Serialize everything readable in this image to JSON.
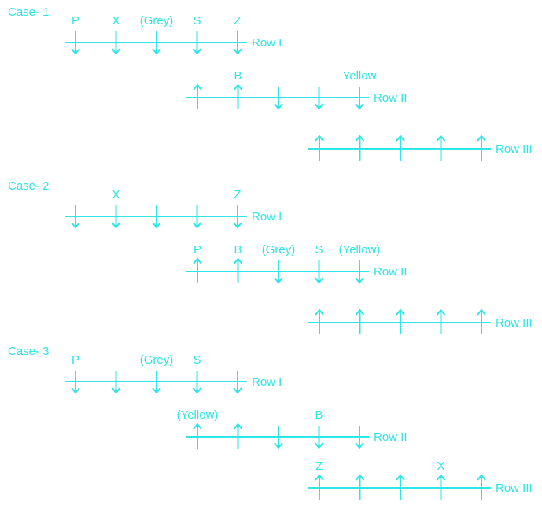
{
  "color": "#2ee6e6",
  "cases": [
    {
      "title": "Case- 1",
      "rows": [
        {
          "label": "Row I",
          "direction": "down",
          "seats": [
            "P",
            "X",
            "(Grey)",
            "S",
            "Z"
          ]
        },
        {
          "label": "Row II",
          "direction": "mixed",
          "seats": [
            "",
            "B",
            "",
            "",
            "Yellow"
          ],
          "arrows": [
            "up",
            "up",
            "down",
            "down",
            "down"
          ]
        },
        {
          "label": "Row III",
          "direction": "up",
          "seats": [
            "",
            "",
            "",
            "",
            ""
          ]
        }
      ]
    },
    {
      "title": "Case- 2",
      "rows": [
        {
          "label": "Row I",
          "direction": "down",
          "seats": [
            "",
            "X",
            "",
            "",
            "Z"
          ]
        },
        {
          "label": "Row II",
          "direction": "mixed",
          "seats": [
            "P",
            "B",
            "(Grey)",
            "S",
            "(Yellow)"
          ],
          "arrows": [
            "up",
            "up",
            "down",
            "down",
            "down"
          ]
        },
        {
          "label": "Row III",
          "direction": "up",
          "seats": [
            "",
            "",
            "",
            "",
            ""
          ]
        }
      ]
    },
    {
      "title": "Case- 3",
      "rows": [
        {
          "label": "Row I",
          "direction": "down",
          "seats": [
            "P",
            "",
            "(Grey)",
            "S",
            ""
          ]
        },
        {
          "label": "Row II",
          "direction": "mixed",
          "seats": [
            "(Yellow)",
            "",
            "",
            "B",
            ""
          ],
          "arrows": [
            "up",
            "up",
            "down",
            "down",
            "down"
          ]
        },
        {
          "label": "Row III",
          "direction": "up",
          "seats": [
            "Z",
            "",
            "",
            "X",
            ""
          ]
        }
      ]
    }
  ]
}
